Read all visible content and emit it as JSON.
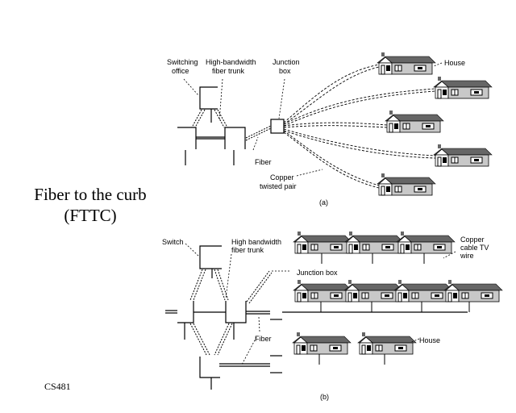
{
  "slide": {
    "title_line1": "Fiber to the curb",
    "title_line2": "(FTTC)",
    "footer": "CS481"
  },
  "diagram_a": {
    "caption": "(a)",
    "labels": {
      "switching_office_1": "Switching",
      "switching_office_2": "office",
      "trunk_1": "High-bandwidth",
      "trunk_2": "fiber trunk",
      "junction_1": "Junction",
      "junction_2": "box",
      "house": "House",
      "fiber": "Fiber",
      "copper_1": "Copper",
      "copper_2": "twisted pair"
    },
    "house_count": 5
  },
  "diagram_b": {
    "caption": "(b)",
    "labels": {
      "switch": "Switch",
      "trunk_1": "High bandwidth",
      "trunk_2": "fiber trunk",
      "junction": "Junction box",
      "copper_1": "Copper",
      "copper_2": "cable TV",
      "copper_3": "wire",
      "fiber": "Fiber",
      "house": "House"
    },
    "house_count": 9
  },
  "colors": {
    "roof": "#666666",
    "wall_shaded": "#c8c8c8",
    "line": "#000000",
    "background": "#ffffff"
  }
}
